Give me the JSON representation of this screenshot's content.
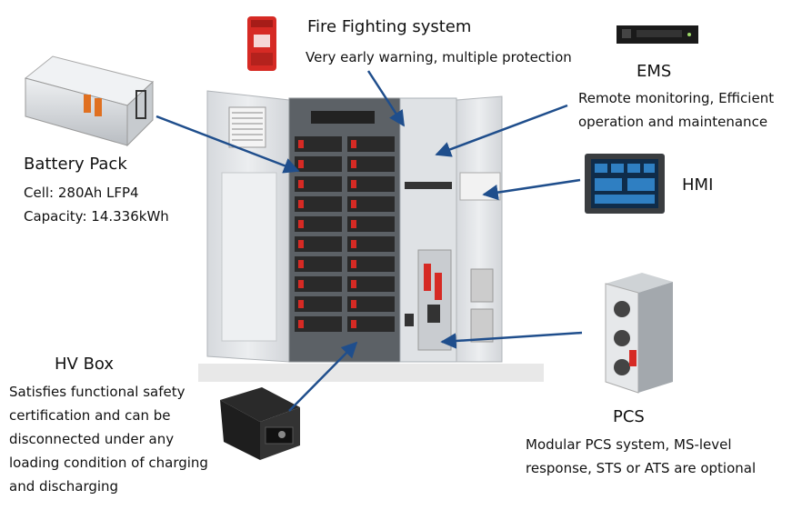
{
  "components": [
    {
      "id": "fire",
      "title": "Fire Fighting system",
      "lines": [
        "Very early warning, multiple protection"
      ],
      "icon": "fire-extinguisher-icon"
    },
    {
      "id": "ems",
      "title": "EMS",
      "lines": [
        "Remote monitoring, Efficient",
        "operation and maintenance"
      ],
      "icon": "rack-server-icon"
    },
    {
      "id": "hmi",
      "title": "HMI",
      "lines": [],
      "icon": "touch-panel-icon"
    },
    {
      "id": "battery",
      "title": "Battery Pack",
      "lines": [
        "Cell: 280Ah LFP4",
        "Capacity: 14.336kWh"
      ],
      "icon": "battery-module-icon"
    },
    {
      "id": "hvbox",
      "title": "HV Box",
      "lines": [
        "Satisfies functional safety",
        "certification and can be",
        "disconnected under any",
        "loading condition of charging",
        "and discharging"
      ],
      "icon": "hv-box-icon"
    },
    {
      "id": "pcs",
      "title": "PCS",
      "lines": [
        "Modular PCS system, MS-level",
        "response, STS or ATS are optional"
      ],
      "icon": "pcs-module-icon"
    }
  ],
  "colors": {
    "arrow": "#1f4e8c",
    "cabinet": "#e3e5e8",
    "module": "#2a2a2a",
    "accent_red": "#d62a24",
    "accent_orange": "#e07020"
  }
}
